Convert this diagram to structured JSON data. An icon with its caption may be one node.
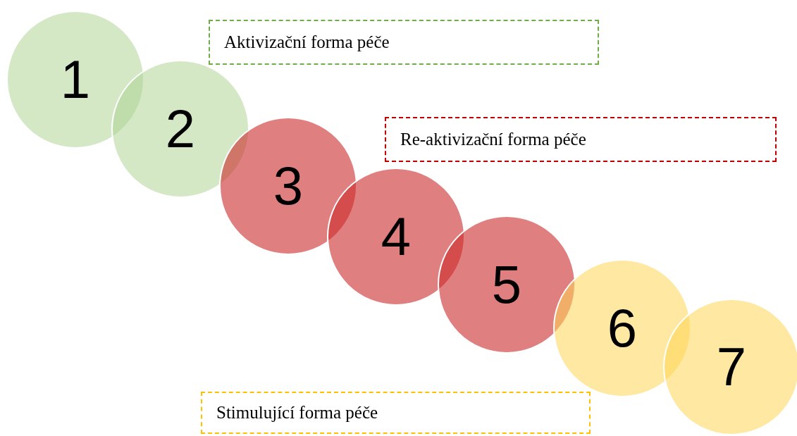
{
  "diagram": {
    "nodes": [
      {
        "text": [
          "1"
        ]
      },
      {
        "text": [
          "2"
        ]
      },
      {
        "text": [
          "3"
        ]
      },
      {
        "text": [
          "4"
        ]
      },
      {
        "text": [
          "5"
        ]
      },
      {
        "text": [
          "6"
        ]
      },
      {
        "text": [
          "7"
        ]
      },
      {
        "text": [
          "Aktivizační forma péče"
        ]
      },
      {
        "text": [
          "Re-aktivizační forma péče"
        ]
      },
      {
        "text": [
          "Stimulující forma péče"
        ]
      }
    ]
  }
}
